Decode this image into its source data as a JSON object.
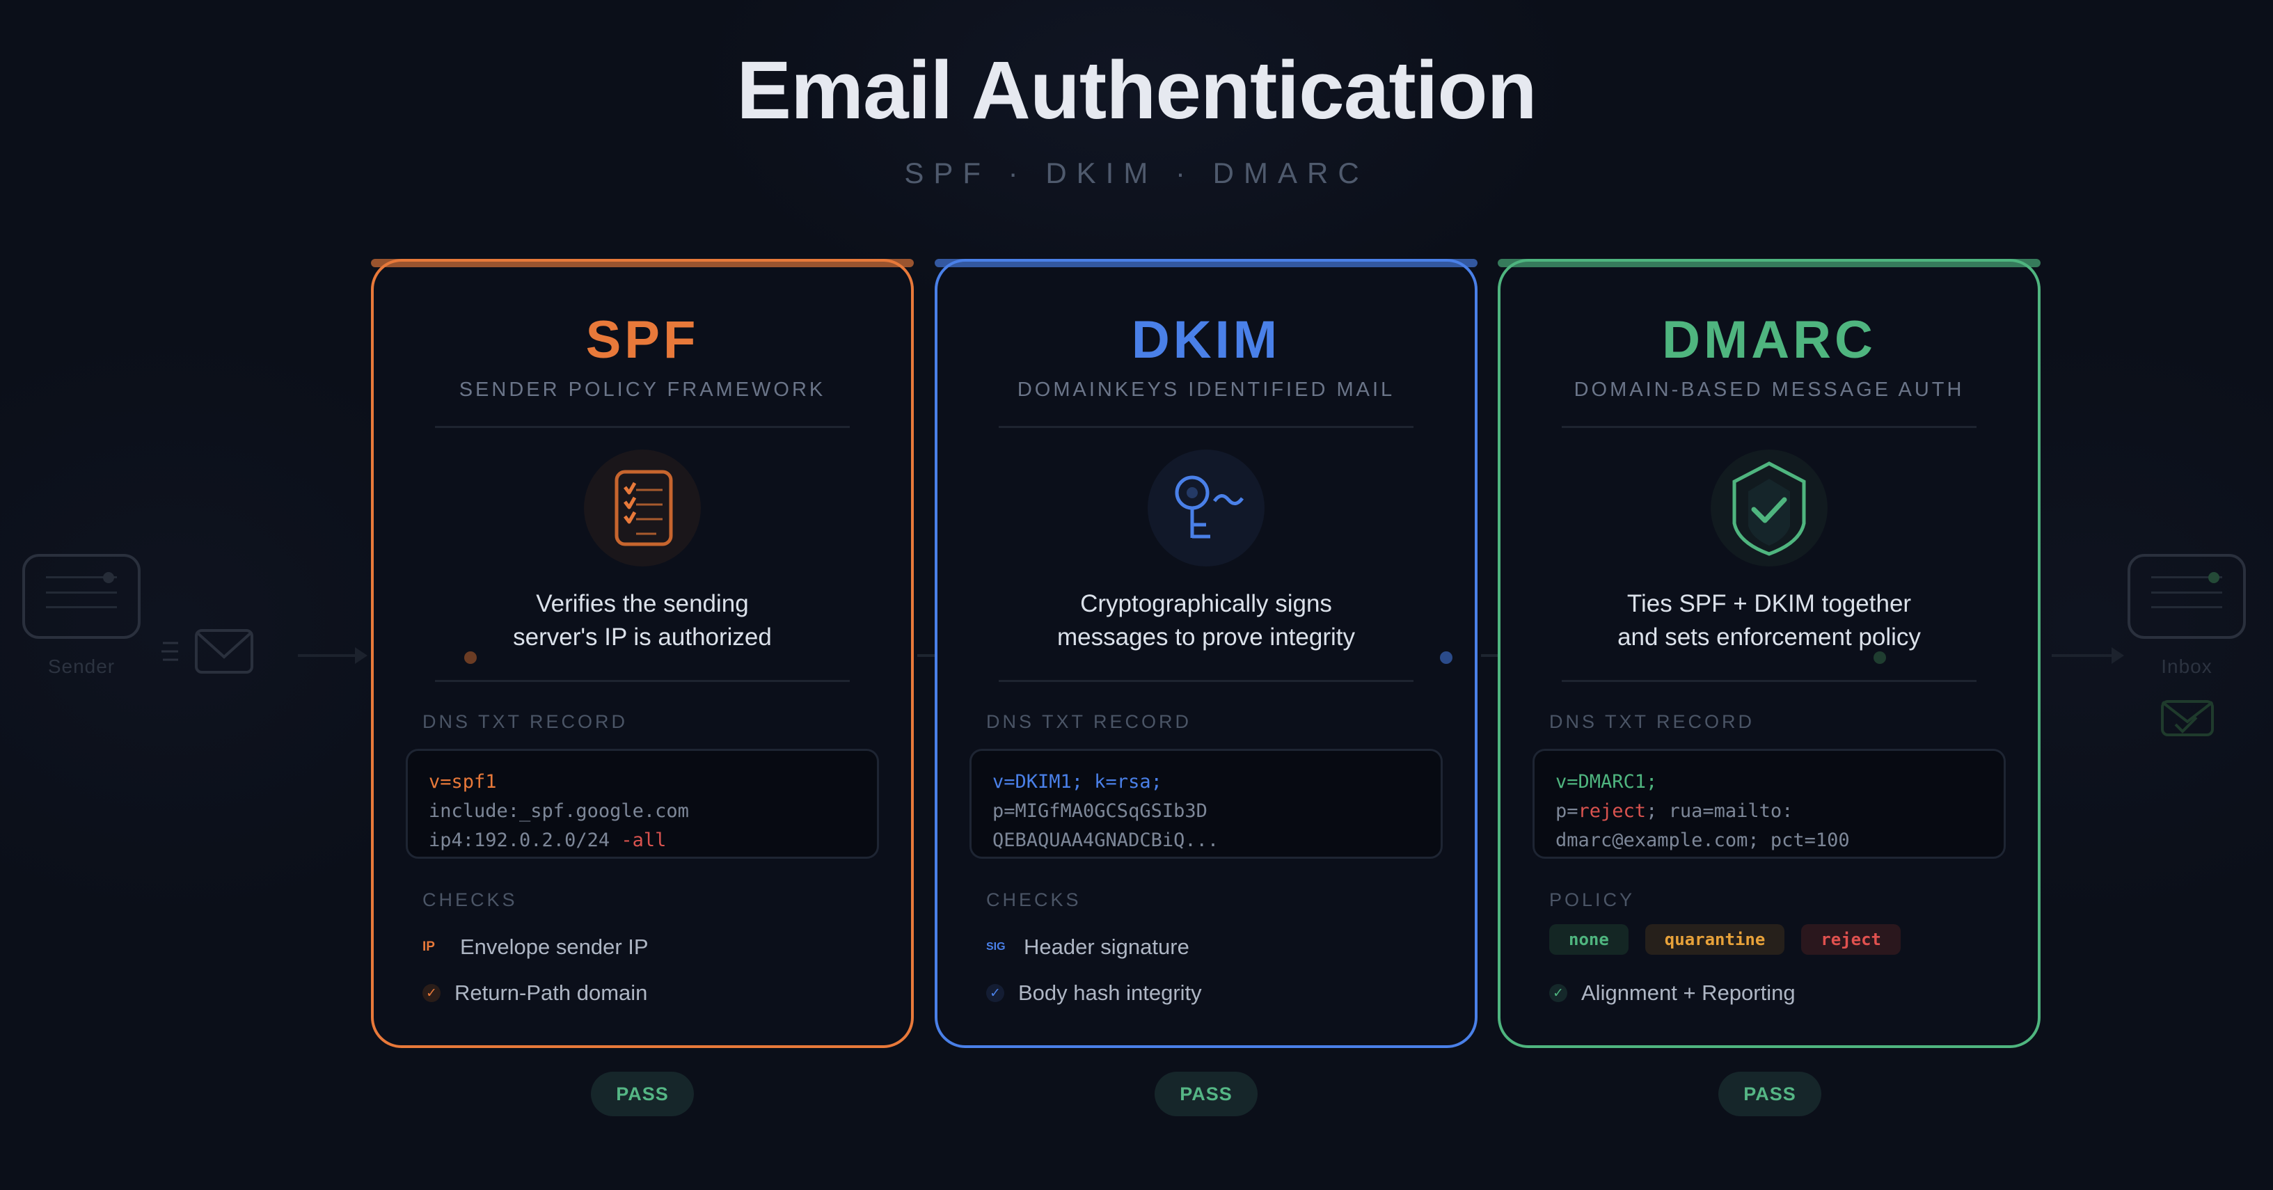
{
  "header": {
    "title": "Email Authentication",
    "subtitle": "SPF · DKIM · DMARC"
  },
  "flow": {
    "sender_label": "Sender",
    "inbox_label": "Inbox"
  },
  "colors": {
    "spf": "#e8793a",
    "dkim": "#4a80e8",
    "dmarc": "#4fb57f",
    "background": "#0b0f19",
    "pass": "#55b685",
    "reject": "#d9534f",
    "quarantine": "#e8a23a"
  },
  "cards": [
    {
      "id": "spf",
      "title": "SPF",
      "subtitle": "SENDER POLICY FRAMEWORK",
      "icon": "checklist-icon",
      "description_line1": "Verifies the sending",
      "description_line2": "server's IP is authorized",
      "record_label": "DNS TXT RECORD",
      "record": {
        "line1": "v=spf1",
        "line2": "include:_spf.google.com",
        "line3_a": "ip4:192.0.2.0/24 ",
        "line3_b": "-all"
      },
      "checks_label": "CHECKS",
      "checks": [
        {
          "badge": "IP",
          "label": "Envelope sender IP"
        },
        {
          "badge": "✓",
          "label": "Return-Path domain"
        }
      ],
      "status": "PASS"
    },
    {
      "id": "dkim",
      "title": "DKIM",
      "subtitle": "DOMAINKEYS IDENTIFIED MAIL",
      "icon": "key-signature-icon",
      "description_line1": "Cryptographically signs",
      "description_line2": "messages to prove integrity",
      "record_label": "DNS TXT RECORD",
      "record": {
        "line1": "v=DKIM1; k=rsa;",
        "line2": "p=MIGfMA0GCSqGSIb3D",
        "line3": "QEBAQUAA4GNADCBiQ..."
      },
      "checks_label": "CHECKS",
      "checks": [
        {
          "badge": "SIG",
          "label": "Header signature"
        },
        {
          "badge": "✓",
          "label": "Body hash integrity"
        }
      ],
      "status": "PASS"
    },
    {
      "id": "dmarc",
      "title": "DMARC",
      "subtitle": "DOMAIN-BASED MESSAGE AUTH",
      "icon": "shield-check-icon",
      "description_line1": "Ties SPF + DKIM together",
      "description_line2": "and sets enforcement policy",
      "record_label": "DNS TXT RECORD",
      "record": {
        "line1": "v=DMARC1;",
        "line2_a": "p=",
        "line2_b": "reject",
        "line2_c": "; rua=mailto:",
        "line3": "dmarc@example.com; pct=100"
      },
      "policy_label": "POLICY",
      "policies": [
        "none",
        "quarantine",
        "reject"
      ],
      "checks": [
        {
          "badge": "✓",
          "label": "Alignment + Reporting"
        }
      ],
      "status": "PASS"
    }
  ]
}
